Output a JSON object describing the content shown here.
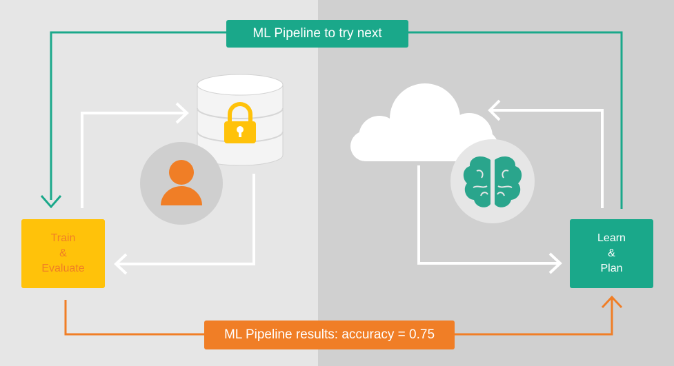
{
  "top_label": "ML Pipeline to try next",
  "bottom_label": "ML Pipeline results: accuracy = 0.75",
  "train_box": {
    "line1": "Train",
    "line2": "&",
    "line3": "Evaluate"
  },
  "learn_box": {
    "line1": "Learn",
    "line2": "&",
    "line3": "Plan"
  },
  "colors": {
    "teal": "#1aa88a",
    "orange": "#f07e26",
    "yellow": "#ffc20a",
    "left_background": "#e6e6e6",
    "right_background": "#d0d0d0",
    "lock": "#ffc20a",
    "brain": "#2aa58c",
    "circle": "#cfcfcf"
  },
  "icons": [
    "database-icon",
    "lock-icon",
    "user-icon",
    "cloud-icon",
    "brain-icon"
  ]
}
